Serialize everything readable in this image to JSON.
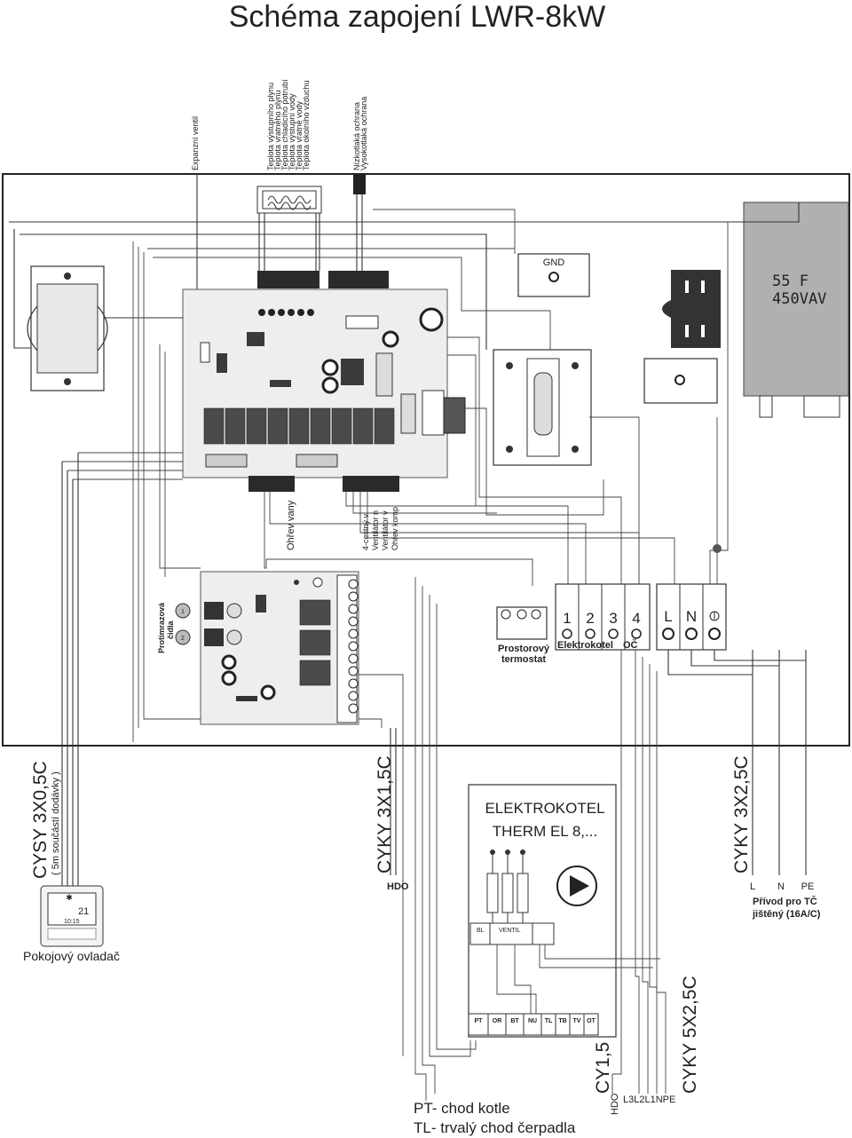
{
  "title": "Schéma zapojení LWR-8kW",
  "sensors": [
    "Teplota výstupního plynu",
    "Teplota vratného plynu",
    "Teplota chladicího potrubí",
    "Teplota výstupní vody",
    "Teplota vratné vody",
    "Teplota okolního vzduchu"
  ],
  "expansion_valve": "Expanzní ventil",
  "protection": {
    "low": "Nízkotlaká ochrana",
    "high": "Vysokotlaká ochrana"
  },
  "gnd": "GND",
  "capacitor": {
    "capacitance": "55 F",
    "voltage": "450VAV"
  },
  "outputs": [
    "4-cestný v.",
    "Ventilátor n",
    "Ventilátor v",
    "Ohřev komp."
  ],
  "ohrev_vany": "Ohřev vany",
  "antifreeze": {
    "line1": "Protimrazová",
    "line2": "čidla",
    "n1": "1",
    "n2": "2"
  },
  "thermostat": {
    "line1": "Prostorový",
    "line2": "termostat"
  },
  "elektrokotel_label": "Elektrokotel",
  "oc_label": "OČ",
  "block_numbers": [
    "1",
    "2",
    "3",
    "4"
  ],
  "power_terminals": [
    "L",
    "N"
  ],
  "cables": {
    "cysy": "CYSY 3X0,5C",
    "cysy_note": "( 5m součástí dodávky )",
    "cyky_hdo": "CYKY 3X1,5C",
    "hdo": "HDO",
    "cyky_power": "CYKY 3X2,5C",
    "cy15": "CY1,5",
    "cyky_5x": "CYKY 5X2,5C"
  },
  "supply": {
    "l": "L",
    "n": "N",
    "pe": "PE",
    "line1": "Přívod pro TČ",
    "line2": "jištěný (16A/C)"
  },
  "boiler": {
    "line1": "ELEKTROKOTEL",
    "line2": "THERM EL 8,...",
    "terminals": [
      "PT",
      "OR",
      "BT",
      "NU",
      "TL",
      "TB",
      "TV",
      "OT"
    ],
    "strip_left": "BL",
    "strip_mid": "VENTIL"
  },
  "remote": {
    "temp": "21",
    "time": "10:15",
    "label": "Pokojový ovladač"
  },
  "cable_ends": {
    "hdo": "HDO",
    "phases": "L3L2L1NPE"
  },
  "legend": {
    "pt": "PT- chod kotle",
    "tl": "TL- trvalý chod čerpadla"
  }
}
